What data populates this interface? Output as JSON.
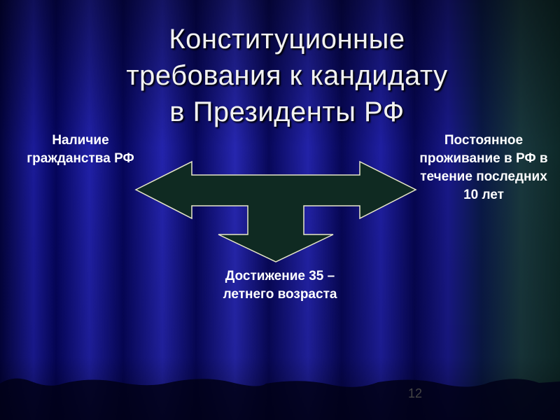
{
  "slide": {
    "title": "Конституционные требования к кандидату в Президенты РФ",
    "left_requirement": "Наличие гражданства РФ",
    "right_requirement": "Постоянное проживание в РФ в течение последних 10 лет",
    "bottom_requirement": "Достижение 35 – летнего возраста",
    "page_number": "12"
  },
  "colors": {
    "background_dark": "#02024a",
    "background_light": "#2a2ab8",
    "background_right_teal": "#1d3a3a",
    "arrow_fill": "#0f2a22",
    "arrow_stroke": "#e8e8c8",
    "text": "#ffffff"
  }
}
